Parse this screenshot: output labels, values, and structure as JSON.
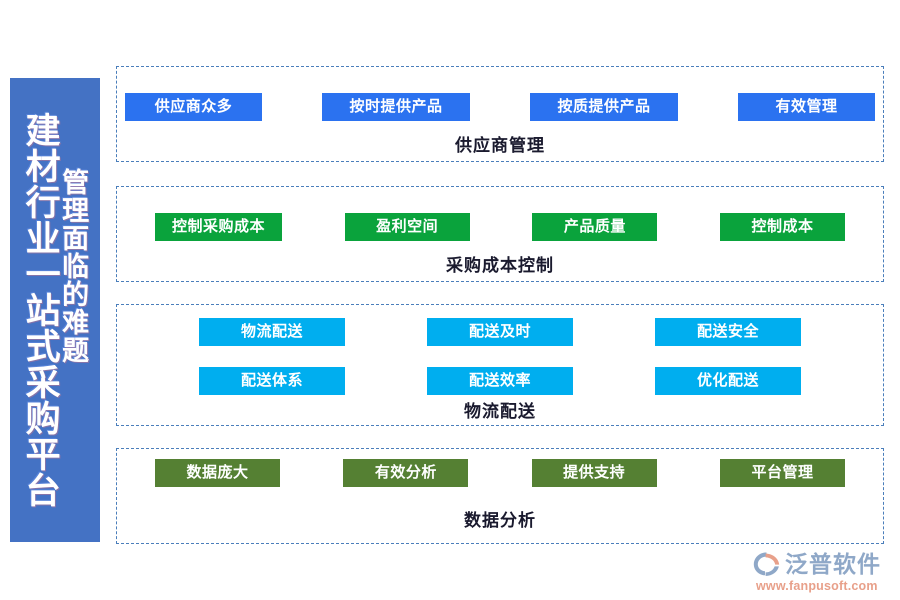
{
  "banner": {
    "main_text": "建材行业一站式采购平台",
    "sub_text": "管理面临的难题",
    "color": "#4472C4"
  },
  "sections": [
    {
      "id": "supplier-management",
      "label": "供应商管理",
      "chip_color": "#2B72F0",
      "color_name": "blue",
      "rows": [
        [
          "供应商众多",
          "按时提供产品",
          "按质提供产品",
          "有效管理"
        ]
      ]
    },
    {
      "id": "procurement-cost-control",
      "label": "采购成本控制",
      "chip_color": "#0AA33C",
      "color_name": "green",
      "rows": [
        [
          "控制采购成本",
          "盈利空间",
          "产品质量",
          "控制成本"
        ]
      ]
    },
    {
      "id": "logistics-distribution",
      "label": "物流配送",
      "chip_color": "#00AEEF",
      "color_name": "cyan",
      "rows": [
        [
          "物流配送",
          "配送及时",
          "配送安全"
        ],
        [
          "配送体系",
          "配送效率",
          "优化配送"
        ]
      ]
    },
    {
      "id": "data-analysis",
      "label": "数据分析",
      "chip_color": "#558033",
      "color_name": "olive",
      "rows": [
        [
          "数据庞大",
          "有效分析",
          "提供支持",
          "平台管理"
        ]
      ]
    }
  ],
  "logo": {
    "name": "泛普软件",
    "url": "www.fanpusoft.com",
    "mark_color_primary": "#8FA8C8",
    "mark_color_accent": "#E8A08A"
  },
  "theme": {
    "section_border": "#4A7EBB",
    "label_color": "#1A1A2E",
    "background": "#FFFFFF"
  }
}
